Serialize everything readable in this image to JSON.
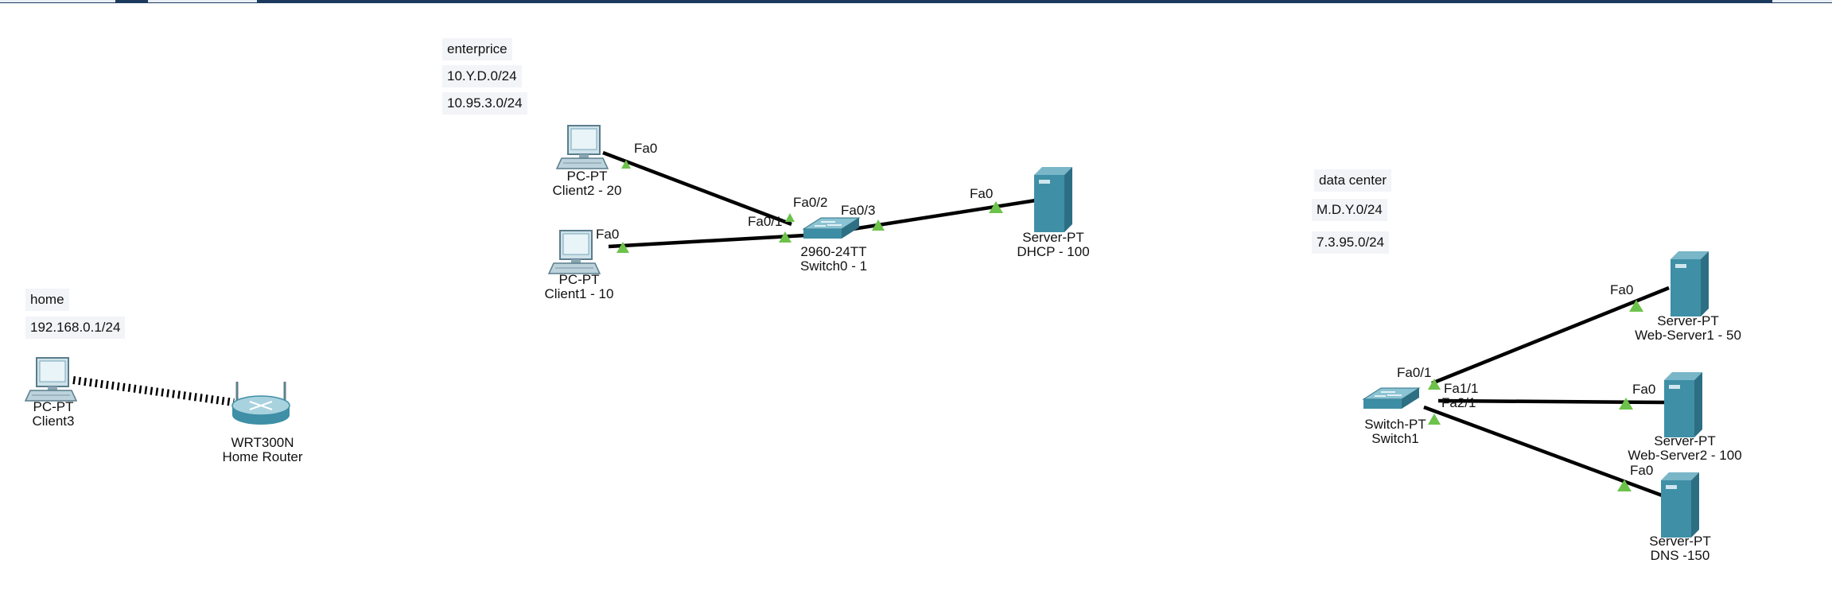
{
  "notes": {
    "enterprise": [
      "enterprice",
      "10.Y.D.0/24",
      "10.95.3.0/24"
    ],
    "data_center": [
      "data center",
      "M.D.Y.0/24",
      "7.3.95.0/24"
    ],
    "home": [
      "home",
      "192.168.0.1/24"
    ]
  },
  "devices": {
    "client2": {
      "model": "PC-PT",
      "name": "Client2 - 20",
      "icon": "pc-icon"
    },
    "client1": {
      "model": "PC-PT",
      "name": "Client1 - 10",
      "icon": "pc-icon"
    },
    "switch0": {
      "model": "2960-24TT",
      "name": "Switch0 - 1",
      "icon": "switch-icon"
    },
    "dhcp": {
      "model": "Server-PT",
      "name": "DHCP - 100",
      "icon": "server-icon"
    },
    "client3": {
      "model": "PC-PT",
      "name": "Client3",
      "icon": "pc-icon"
    },
    "home_router": {
      "model": "WRT300N",
      "name": "Home Router",
      "icon": "wireless-router-icon"
    },
    "switch1": {
      "model": "Switch-PT",
      "name": "Switch1",
      "icon": "switch-icon"
    },
    "web1": {
      "model": "Server-PT",
      "name": "Web-Server1 - 50",
      "icon": "server-icon"
    },
    "web2": {
      "model": "Server-PT",
      "name": "Web-Server2 - 100",
      "icon": "server-icon"
    },
    "dns": {
      "model": "Server-PT",
      "name": "DNS -150",
      "icon": "server-icon"
    }
  },
  "ports": {
    "client2_fa0": "Fa0",
    "switch0_fa0_2": "Fa0/2",
    "client1_fa0": "Fa0",
    "switch0_fa0_1": "Fa0/1",
    "switch0_fa0_3": "Fa0/3",
    "dhcp_fa0": "Fa0",
    "switch1_fa0_1": "Fa0/1",
    "switch1_fa1_1": "Fa1/1",
    "switch1_fa2_1": "Fa2/1",
    "web1_fa0": "Fa0",
    "web2_fa0": "Fa0",
    "dns_fa0": "Fa0"
  },
  "colors": {
    "link_status_up": "#6cc24a",
    "device_body": "#3f8fa6",
    "note_background": "#f3f4f8"
  }
}
